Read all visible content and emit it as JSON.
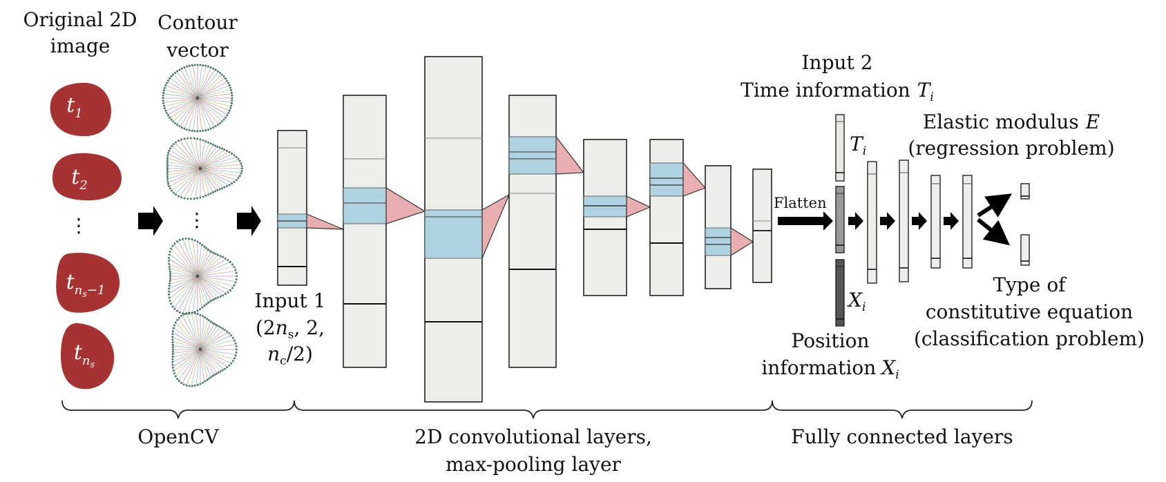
{
  "labels": {
    "original_image_line1": "Original 2D",
    "original_image_line2": "image",
    "contour_line1": "Contour",
    "contour_line2": "vector",
    "vdots": "⋮",
    "input1_line1": "Input 1",
    "input2_line1": "Input 2",
    "time_info": "Time information",
    "time_symbol": "T",
    "time_sub": "i",
    "x_symbol": "X",
    "x_sub": "i",
    "position_line1": "Position",
    "position_line2": "information",
    "flatten": "Flatten",
    "elastic_line1": "Elastic modulus",
    "elastic_symbol": "E",
    "elastic_line2": "(regression problem)",
    "type_line1": "Type of",
    "type_line2": "constitutive equation",
    "type_line3": "(classification problem)",
    "group_opencv": "OpenCV",
    "group_conv_line1": "2D convolutional layers,",
    "group_conv_line2": "max-pooling layer",
    "group_fc": "Fully connected layers"
  },
  "time_steps": [
    {
      "sym": "t",
      "sub": "1",
      "sub2": ""
    },
    {
      "sym": "t",
      "sub": "2",
      "sub2": ""
    },
    {
      "sym": "t",
      "sub": "n",
      "sub2": "s",
      "suffix": "−1"
    },
    {
      "sym": "t",
      "sub": "n",
      "sub2": "s",
      "suffix": ""
    }
  ],
  "colors": {
    "blob": "#a63232",
    "layer_fill": "#eceeea",
    "highlight": "#a9cfe0",
    "kernel": "#e8aeb0",
    "dark_bar": "#555555",
    "mid_bar": "#999999"
  }
}
